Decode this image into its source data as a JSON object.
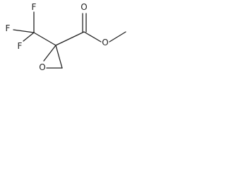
{
  "structure": {
    "atoms": {
      "f_top": "F",
      "f_left": "F",
      "f_bottom": "F",
      "o_carbonyl": "O",
      "o_ester": "O",
      "o_ring": "O"
    },
    "colors": {
      "bonds": "#222222",
      "labels": "#222222",
      "background": "#ffffff"
    }
  }
}
